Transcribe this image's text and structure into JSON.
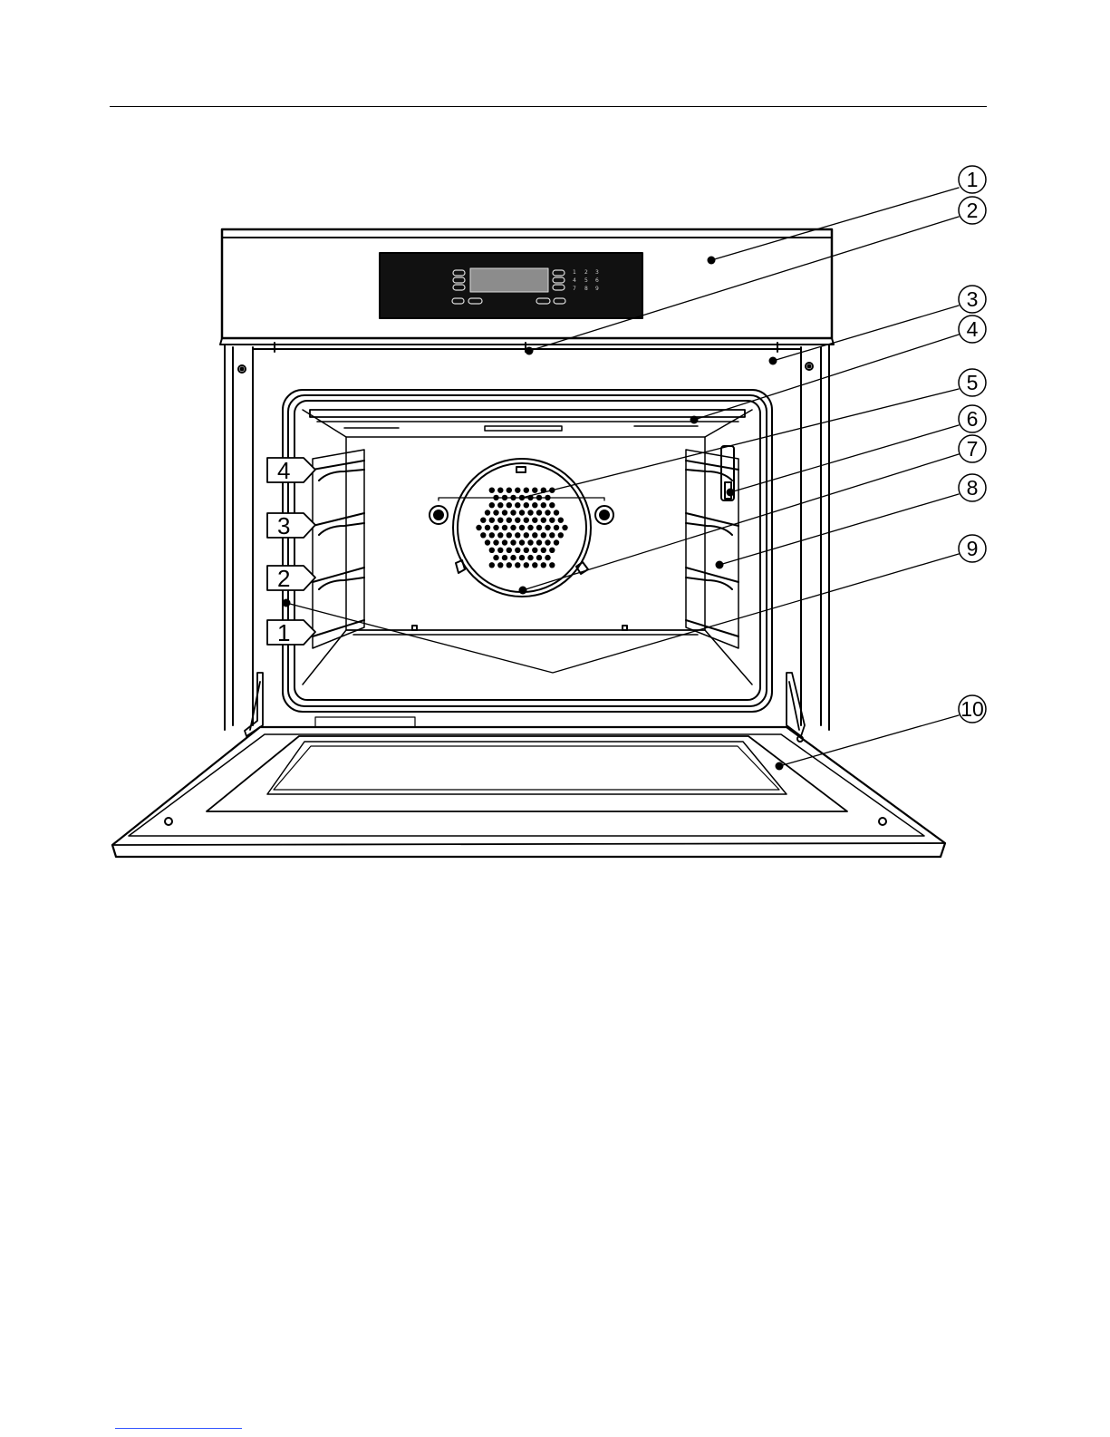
{
  "callouts": [
    {
      "number": "1",
      "target": "control-panel"
    },
    {
      "number": "2",
      "target": "door-seal-top"
    },
    {
      "number": "3",
      "target": "front-frame"
    },
    {
      "number": "4",
      "target": "top-heating-element"
    },
    {
      "number": "5",
      "target": "fan-cover-screws"
    },
    {
      "number": "6",
      "target": "oven-light"
    },
    {
      "number": "7",
      "target": "fan-cover"
    },
    {
      "number": "8",
      "target": "side-runner-right"
    },
    {
      "number": "9",
      "target": "side-runners"
    },
    {
      "number": "10",
      "target": "oven-door"
    }
  ],
  "rack_levels": [
    "4",
    "3",
    "2",
    "1"
  ],
  "colors": {
    "line": "#000000",
    "display": "#8c8c8c",
    "panel": "#111111",
    "background": "#ffffff"
  }
}
